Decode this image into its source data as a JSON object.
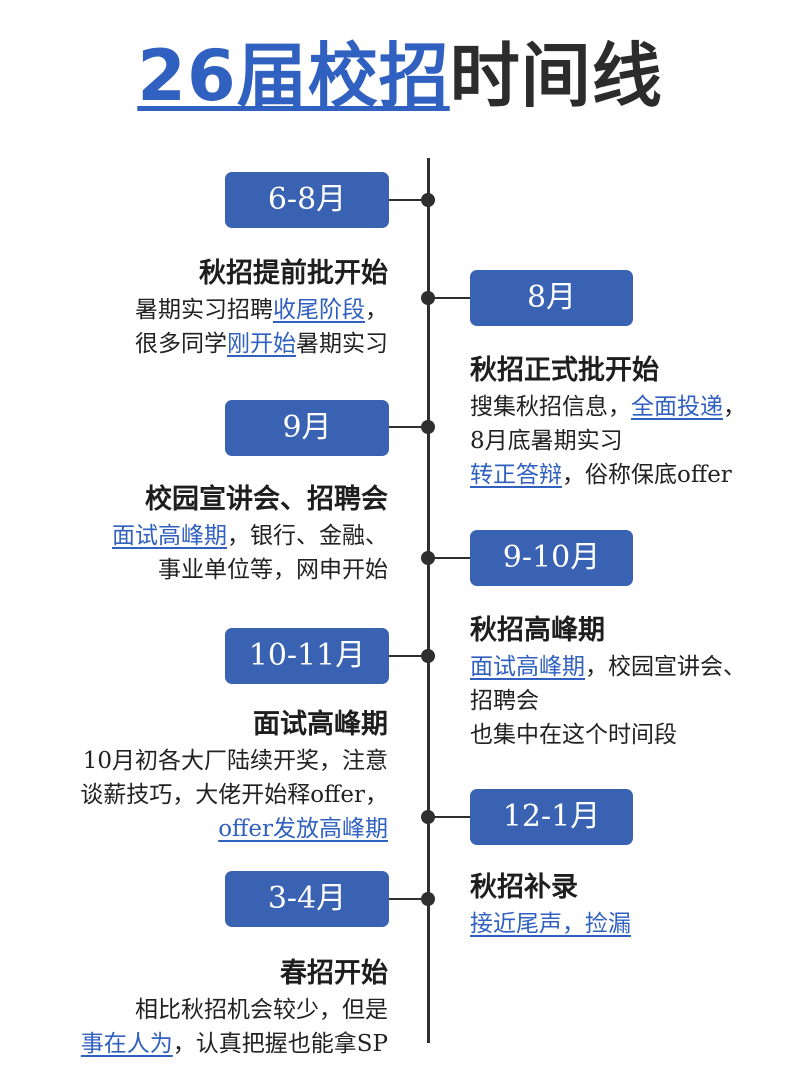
{
  "title": {
    "highlight": "26届校招",
    "rest": "时间线"
  },
  "events": [
    {
      "period": "6-8月",
      "heading": "秋招提前批开始",
      "lines": [
        [
          "暑期实习招聘",
          {
            "hl": "收尾阶段"
          },
          "，"
        ],
        [
          "很多同学",
          {
            "hl": "刚开始"
          },
          "暑期实习"
        ]
      ]
    },
    {
      "period": "8月",
      "heading": "秋招正式批开始",
      "lines": [
        [
          "搜集秋招信息，",
          {
            "hl": "全面投递"
          },
          "，"
        ],
        [
          "8月底暑期实习"
        ],
        [
          {
            "hl": "转正答辩"
          },
          "，俗称保底offer"
        ]
      ]
    },
    {
      "period": "9月",
      "heading": "校园宣讲会、招聘会",
      "lines": [
        [
          {
            "hl": "面试高峰期"
          },
          "，银行、金融、"
        ],
        [
          "事业单位等，网申开始"
        ]
      ]
    },
    {
      "period": "9-10月",
      "heading": "秋招高峰期",
      "lines": [
        [
          {
            "hl": "面试高峰期"
          },
          "，校园宣讲会、"
        ],
        [
          "招聘会"
        ],
        [
          "也集中在这个时间段"
        ]
      ]
    },
    {
      "period": "10-11月",
      "heading": "面试高峰期",
      "lines": [
        [
          "10月初各大厂陆续开奖，注意"
        ],
        [
          "谈薪技巧，大佬开始释offer，"
        ],
        [
          {
            "hl": "offer发放高峰期"
          }
        ]
      ]
    },
    {
      "period": "12-1月",
      "heading": "秋招补录",
      "lines": [
        [
          {
            "hl": "接近尾声，捡漏"
          }
        ]
      ]
    },
    {
      "period": "3-4月",
      "heading": "春招开始",
      "lines": [
        [
          "相比秋招机会较少，但是"
        ],
        [
          {
            "hl": "事在人为"
          },
          "，认真把握也能拿SP"
        ]
      ]
    }
  ],
  "colors": {
    "accent": "#3a62b3",
    "link": "#3060c0",
    "line": "#2f2f2f"
  }
}
